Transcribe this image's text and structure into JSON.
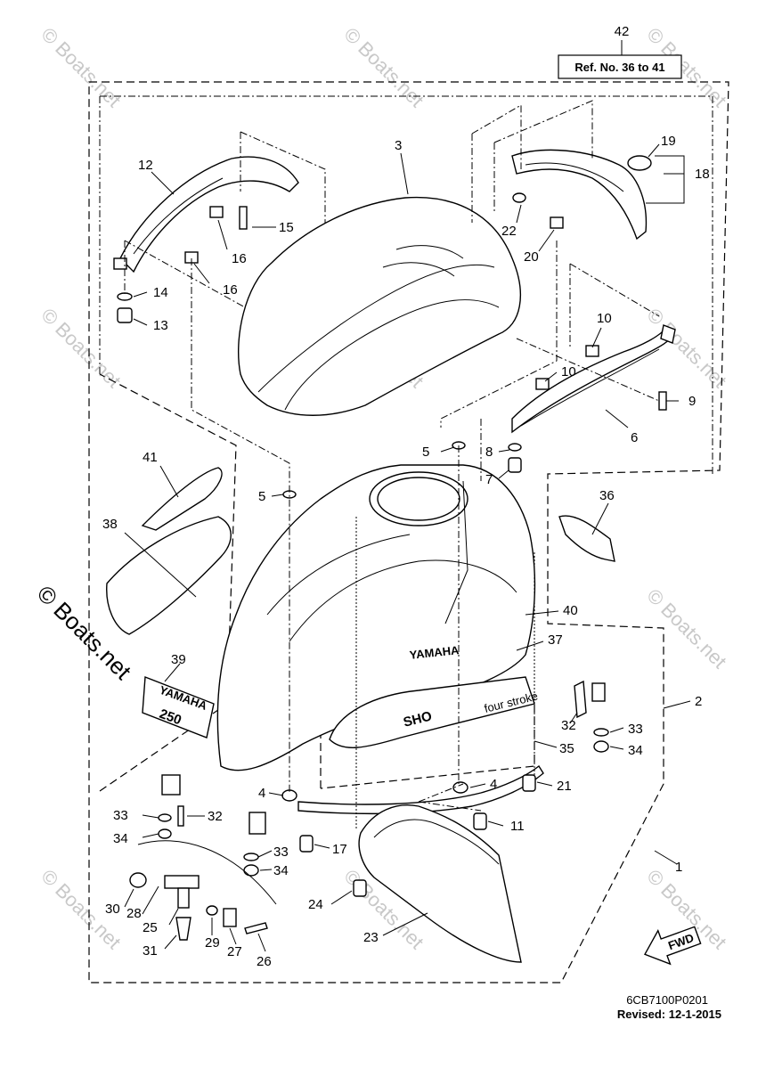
{
  "ref_box": {
    "number": "42",
    "text": "Ref. No. 36 to 41"
  },
  "callouts": [
    {
      "id": "c1",
      "text": "1"
    },
    {
      "id": "c2",
      "text": "2"
    },
    {
      "id": "c3",
      "text": "3"
    },
    {
      "id": "c4a",
      "text": "4"
    },
    {
      "id": "c4b",
      "text": "4"
    },
    {
      "id": "c5a",
      "text": "5"
    },
    {
      "id": "c5b",
      "text": "5"
    },
    {
      "id": "c6",
      "text": "6"
    },
    {
      "id": "c7",
      "text": "7"
    },
    {
      "id": "c8",
      "text": "8"
    },
    {
      "id": "c9",
      "text": "9"
    },
    {
      "id": "c10a",
      "text": "10"
    },
    {
      "id": "c10b",
      "text": "10"
    },
    {
      "id": "c11",
      "text": "11"
    },
    {
      "id": "c12",
      "text": "12"
    },
    {
      "id": "c13",
      "text": "13"
    },
    {
      "id": "c14",
      "text": "14"
    },
    {
      "id": "c15",
      "text": "15"
    },
    {
      "id": "c16a",
      "text": "16"
    },
    {
      "id": "c16b",
      "text": "16"
    },
    {
      "id": "c17",
      "text": "17"
    },
    {
      "id": "c18",
      "text": "18"
    },
    {
      "id": "c19",
      "text": "19"
    },
    {
      "id": "c20",
      "text": "20"
    },
    {
      "id": "c21",
      "text": "21"
    },
    {
      "id": "c22",
      "text": "22"
    },
    {
      "id": "c23",
      "text": "23"
    },
    {
      "id": "c24",
      "text": "24"
    },
    {
      "id": "c25",
      "text": "25"
    },
    {
      "id": "c26",
      "text": "26"
    },
    {
      "id": "c27",
      "text": "27"
    },
    {
      "id": "c28",
      "text": "28"
    },
    {
      "id": "c29",
      "text": "29"
    },
    {
      "id": "c30",
      "text": "30"
    },
    {
      "id": "c31",
      "text": "31"
    },
    {
      "id": "c32a",
      "text": "32"
    },
    {
      "id": "c32b",
      "text": "32"
    },
    {
      "id": "c33a",
      "text": "33"
    },
    {
      "id": "c33b",
      "text": "33"
    },
    {
      "id": "c33c",
      "text": "33"
    },
    {
      "id": "c34a",
      "text": "34"
    },
    {
      "id": "c34b",
      "text": "34"
    },
    {
      "id": "c34c",
      "text": "34"
    },
    {
      "id": "c35",
      "text": "35"
    },
    {
      "id": "c36",
      "text": "36"
    },
    {
      "id": "c37",
      "text": "37"
    },
    {
      "id": "c38",
      "text": "38"
    },
    {
      "id": "c39",
      "text": "39"
    },
    {
      "id": "c40",
      "text": "40"
    },
    {
      "id": "c41",
      "text": "41"
    }
  ],
  "decals": {
    "yamaha": "YAMAHA",
    "model": "SHO",
    "sub": "four stroke",
    "decal39_top": "YAMAHA",
    "decal39_num": "250"
  },
  "fwd_arrow": "FWD",
  "drawing_code": "6CB7100P0201",
  "revised": "Revised: 12-1-2015",
  "watermark_side": "© Boats.net",
  "watermark_tile": "© Boats.net"
}
